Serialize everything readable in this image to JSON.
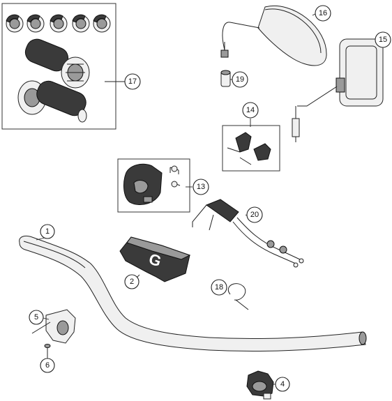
{
  "callouts": [
    {
      "id": "c1",
      "label": "1"
    },
    {
      "id": "c2",
      "label": "2"
    },
    {
      "id": "c4",
      "label": "4"
    },
    {
      "id": "c5",
      "label": "5"
    },
    {
      "id": "c6",
      "label": "6"
    },
    {
      "id": "c13",
      "label": "13"
    },
    {
      "id": "c14",
      "label": "14"
    },
    {
      "id": "c15",
      "label": "15"
    },
    {
      "id": "c16",
      "label": "16"
    },
    {
      "id": "c17",
      "label": "17"
    },
    {
      "id": "c18",
      "label": "18"
    },
    {
      "id": "c19",
      "label": "19"
    },
    {
      "id": "c20",
      "label": "20"
    }
  ],
  "handlebar_pad_logo": "G"
}
